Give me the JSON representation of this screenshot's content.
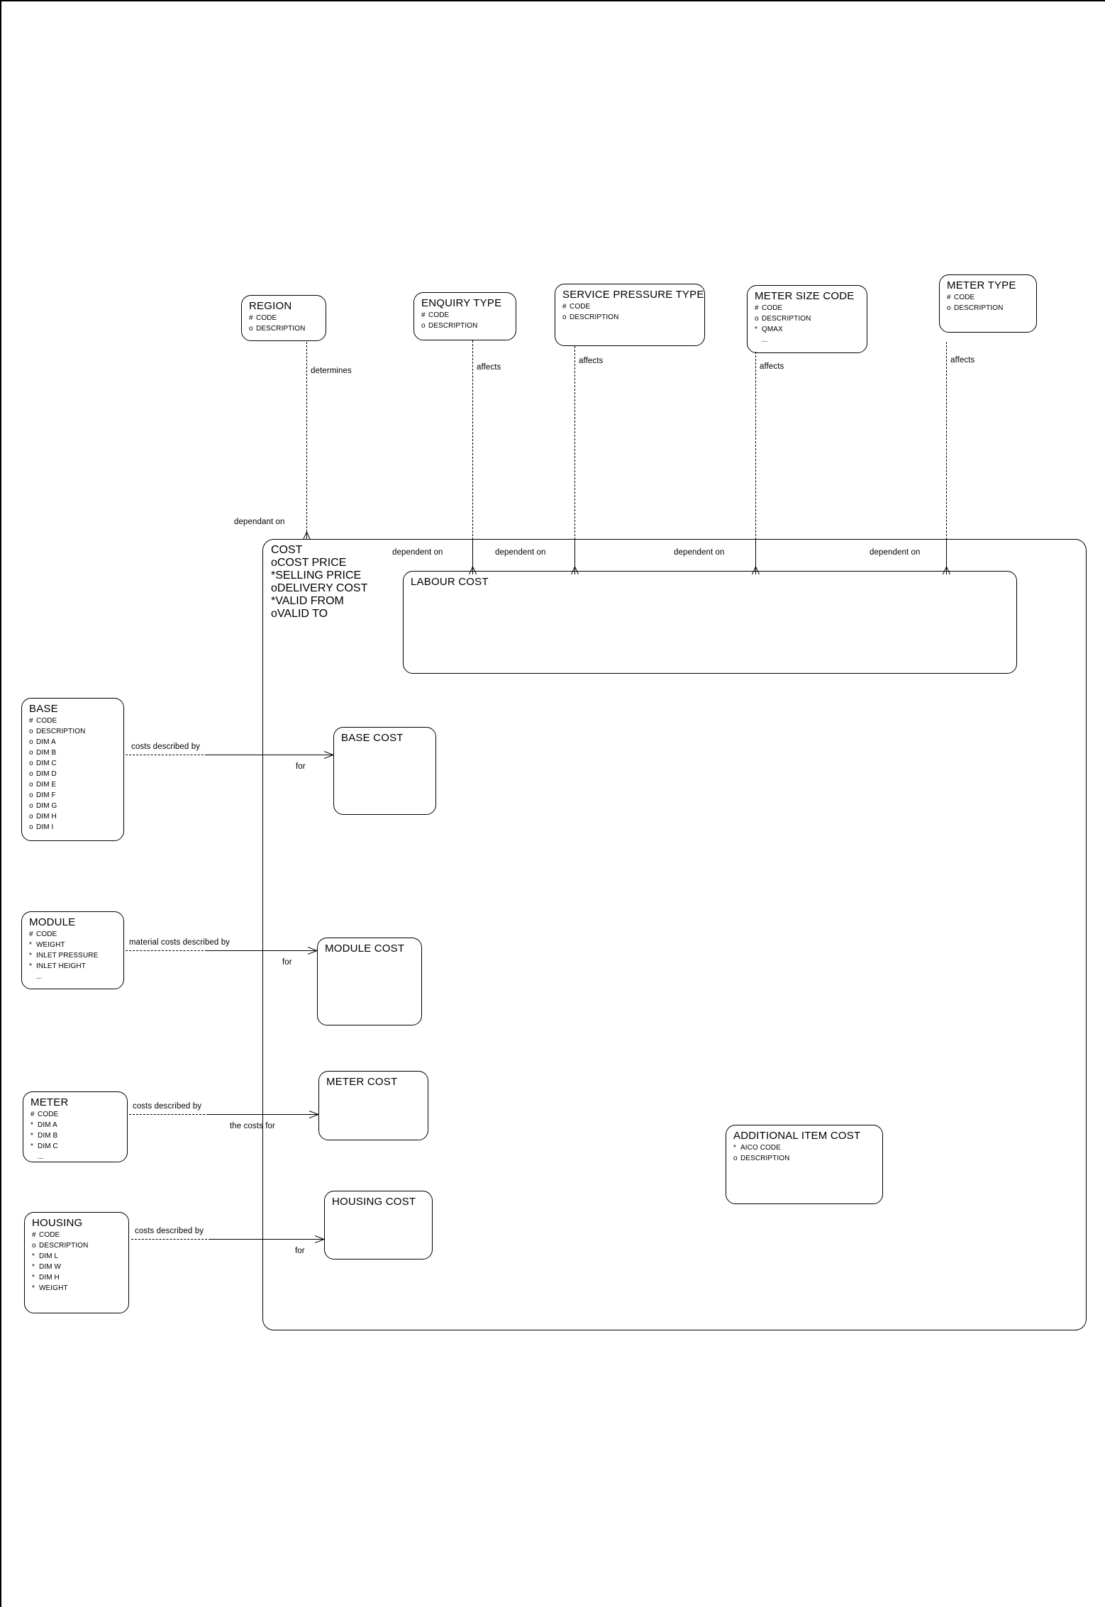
{
  "diagram": {
    "type": "entity-relationship-diagram",
    "notation": "barker",
    "background": "#ffffff",
    "line_color": "#000000"
  },
  "entities": [
    {
      "id": "region",
      "name": "REGION",
      "attributes": [
        {
          "mark": "#",
          "label": "CODE"
        },
        {
          "mark": "o",
          "label": "DESCRIPTION"
        }
      ]
    },
    {
      "id": "enquiry_type",
      "name": "ENQUIRY TYPE",
      "attributes": [
        {
          "mark": "#",
          "label": "CODE"
        },
        {
          "mark": "o",
          "label": "DESCRIPTION"
        }
      ]
    },
    {
      "id": "service_pressure_type",
      "name": "SERVICE PRESSURE TYPE",
      "attributes": [
        {
          "mark": "#",
          "label": "CODE"
        },
        {
          "mark": "o",
          "label": "DESCRIPTION"
        }
      ]
    },
    {
      "id": "meter_size_code",
      "name": "METER SIZE CODE",
      "attributes": [
        {
          "mark": "#",
          "label": "CODE"
        },
        {
          "mark": "o",
          "label": "DESCRIPTION"
        },
        {
          "mark": "*",
          "label": "QMAX"
        },
        {
          "mark": "",
          "label": "..."
        }
      ]
    },
    {
      "id": "meter_type",
      "name": "METER TYPE",
      "attributes": [
        {
          "mark": "#",
          "label": "CODE"
        },
        {
          "mark": "o",
          "label": "DESCRIPTION"
        }
      ]
    },
    {
      "id": "cost",
      "name": "COST",
      "attributes": [
        {
          "mark": "o",
          "label": "COST PRICE"
        },
        {
          "mark": "*",
          "label": "SELLING PRICE"
        },
        {
          "mark": "o",
          "label": "DELIVERY COST"
        },
        {
          "mark": "*",
          "label": "VALID FROM"
        },
        {
          "mark": "o",
          "label": "VALID TO"
        }
      ]
    },
    {
      "id": "labour_cost",
      "name": "LABOUR COST",
      "attributes": []
    },
    {
      "id": "base",
      "name": "BASE",
      "attributes": [
        {
          "mark": "#",
          "label": "CODE"
        },
        {
          "mark": "o",
          "label": "DESCRIPTION"
        },
        {
          "mark": "o",
          "label": "DIM A"
        },
        {
          "mark": "o",
          "label": "DIM B"
        },
        {
          "mark": "o",
          "label": "DIM C"
        },
        {
          "mark": "o",
          "label": "DIM D"
        },
        {
          "mark": "o",
          "label": "DIM E"
        },
        {
          "mark": "o",
          "label": "DIM F"
        },
        {
          "mark": "o",
          "label": "DIM G"
        },
        {
          "mark": "o",
          "label": "DIM H"
        },
        {
          "mark": "o",
          "label": "DIM I"
        }
      ]
    },
    {
      "id": "base_cost",
      "name": "BASE COST",
      "attributes": []
    },
    {
      "id": "module",
      "name": "MODULE",
      "attributes": [
        {
          "mark": "#",
          "label": "CODE"
        },
        {
          "mark": "*",
          "label": "WEIGHT"
        },
        {
          "mark": "*",
          "label": "INLET PRESSURE"
        },
        {
          "mark": "*",
          "label": "INLET HEIGHT"
        },
        {
          "mark": "",
          "label": "..."
        }
      ]
    },
    {
      "id": "module_cost",
      "name": "MODULE COST",
      "attributes": []
    },
    {
      "id": "meter",
      "name": "METER",
      "attributes": [
        {
          "mark": "#",
          "label": "CODE"
        },
        {
          "mark": "*",
          "label": "DIM A"
        },
        {
          "mark": "*",
          "label": "DIM B"
        },
        {
          "mark": "*",
          "label": "DIM C"
        },
        {
          "mark": "",
          "label": "..."
        }
      ]
    },
    {
      "id": "meter_cost",
      "name": "METER COST",
      "attributes": []
    },
    {
      "id": "housing",
      "name": "HOUSING",
      "attributes": [
        {
          "mark": "#",
          "label": "CODE"
        },
        {
          "mark": "o",
          "label": "DESCRIPTION"
        },
        {
          "mark": "*",
          "label": "DIM L"
        },
        {
          "mark": "*",
          "label": "DIM W"
        },
        {
          "mark": "*",
          "label": "DIM H"
        },
        {
          "mark": "*",
          "label": "WEIGHT"
        }
      ]
    },
    {
      "id": "housing_cost",
      "name": "HOUSING COST",
      "attributes": []
    },
    {
      "id": "additional_item_cost",
      "name": "ADDITIONAL ITEM COST",
      "attributes": [
        {
          "mark": "*",
          "label": "AICO CODE"
        },
        {
          "mark": "o",
          "label": "DESCRIPTION"
        }
      ]
    }
  ],
  "relationships": [
    {
      "id": "region_cost",
      "from": "region",
      "to": "cost",
      "from_label": "determines",
      "to_label": "dependant on"
    },
    {
      "id": "enq_labour",
      "from": "enquiry_type",
      "to": "labour_cost",
      "from_label": "affects",
      "to_label": "dependent on"
    },
    {
      "id": "spt_labour",
      "from": "service_pressure_type",
      "to": "labour_cost",
      "from_label": "affects",
      "to_label": "dependent on"
    },
    {
      "id": "msc_labour",
      "from": "meter_size_code",
      "to": "labour_cost",
      "from_label": "affects",
      "to_label": "dependent on"
    },
    {
      "id": "mt_labour",
      "from": "meter_type",
      "to": "labour_cost",
      "from_label": "affects",
      "to_label": "dependent on"
    },
    {
      "id": "base_rel",
      "from": "base",
      "to": "base_cost",
      "from_label": "costs described by",
      "to_label": "for"
    },
    {
      "id": "module_rel",
      "from": "module",
      "to": "module_cost",
      "from_label": "material costs described by",
      "to_label": "for"
    },
    {
      "id": "meter_rel",
      "from": "meter",
      "to": "meter_cost",
      "from_label": "costs described by",
      "to_label": "the costs for"
    },
    {
      "id": "housing_rel",
      "from": "housing",
      "to": "housing_cost",
      "from_label": "costs described by",
      "to_label": "for"
    }
  ]
}
